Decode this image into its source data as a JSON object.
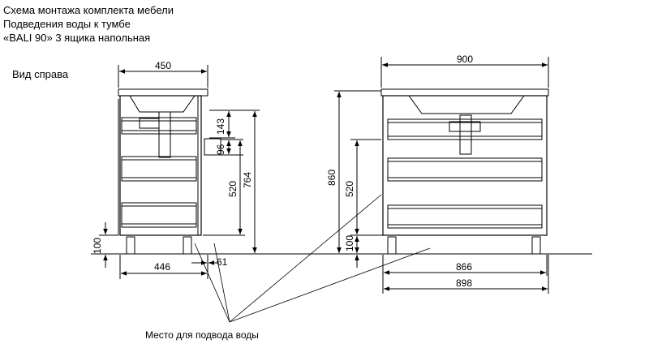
{
  "title": {
    "line1": "Схема монтажа комплекта мебели",
    "line2": "Подведения воды к тумбе",
    "line3": "«BALI 90» 3 ящика напольная"
  },
  "side_view_label": "Вид справа",
  "water_label": "Место для подвода воды",
  "dims": {
    "side_width": "450",
    "side_height_143": "143",
    "side_height_96": "96",
    "side_height_520": "520",
    "side_height_764": "764",
    "side_leg_100": "100",
    "side_depth_446": "446",
    "side_offset_61": "61",
    "front_width_900": "900",
    "front_height_860": "860",
    "front_height_520": "520",
    "front_leg_100": "100",
    "front_width_866": "866",
    "front_width_898": "898"
  }
}
